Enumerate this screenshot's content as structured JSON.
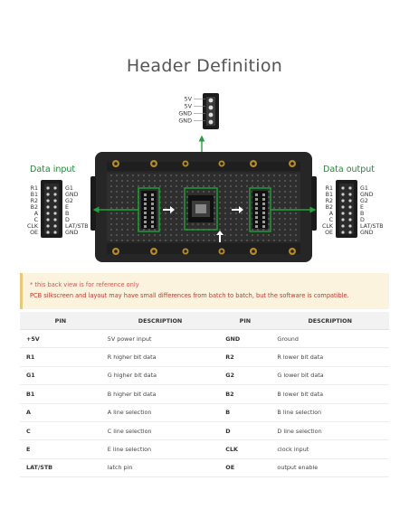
{
  "title": "Header Definition",
  "diagram": {
    "data_input_label": "Data input",
    "data_output_label": "Data output",
    "power_pins": [
      "5V",
      "5V",
      "GND",
      "GND"
    ],
    "header_left_pins": [
      "R1",
      "B1",
      "R2",
      "B2",
      "A",
      "C",
      "CLK",
      "OE"
    ],
    "header_right_pins": [
      "G1",
      "GND",
      "G2",
      "E",
      "B",
      "D",
      "LAT/STB",
      "GND"
    ],
    "colors": {
      "accent_green": "#23a13a",
      "board": "#2b2b2b",
      "connector": "#1c1c1c"
    }
  },
  "note": {
    "line1": "* this back view is for reference only",
    "line2": "PCB silkscreen and layout may have small differences from batch to batch, but the software is compatible."
  },
  "table": {
    "headers": [
      "PIN",
      "DESCRIPTION",
      "PIN",
      "DESCRIPTION"
    ],
    "rows": [
      [
        "+5V",
        "5V power input",
        "GND",
        "Ground"
      ],
      [
        "R1",
        "R higher bit data",
        "R2",
        "R lower bit data"
      ],
      [
        "G1",
        "G higher bit data",
        "G2",
        "G lower bit data"
      ],
      [
        "B1",
        "B higher bit data",
        "B2",
        "B lower bit data"
      ],
      [
        "A",
        "A line selection",
        "B",
        "B line selection"
      ],
      [
        "C",
        "C line selection",
        "D",
        "D line selection"
      ],
      [
        "E",
        "E line selection",
        "CLK",
        "clock input"
      ],
      [
        "LAT/STB",
        "latch pin",
        "OE",
        "output enable"
      ]
    ]
  }
}
